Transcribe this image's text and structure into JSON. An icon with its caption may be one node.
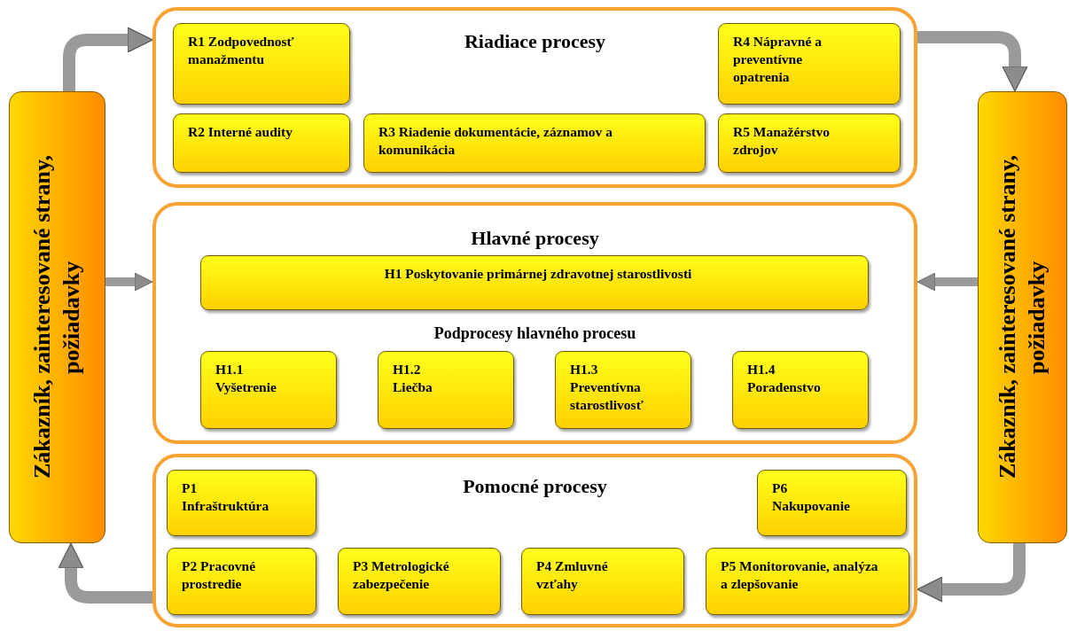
{
  "diagram": {
    "nodes": [
      {
        "text": [
          "Zákazník, zainteresované strany, požiadavky"
        ]
      },
      {
        "text": [
          "Riadiace procesy"
        ]
      },
      {
        "text": [
          "R1 Zodpovednosť manažmentu"
        ],
        "in": 1
      },
      {
        "text": [
          "R4 Nápravné a preventívne opatrenia"
        ],
        "in": 1
      },
      {
        "text": [
          "R2 Interné audity"
        ],
        "in": 1
      },
      {
        "text": [
          "R3 Riadenie dokumentácie, záznamov a komunikácia"
        ],
        "in": 1
      },
      {
        "text": [
          "R5 Manažérstvo zdrojov"
        ],
        "in": 1
      },
      {
        "text": [
          "Hlavné procesy",
          "Podprocesy hlavného procesu"
        ]
      },
      {
        "text": [
          "H1 Poskytovanie primárnej zdravotnej starostlivosti"
        ],
        "in": 7
      },
      {
        "text": [
          "H1.1 Vyšetrenie"
        ],
        "in": 7
      },
      {
        "text": [
          "H1.2 Liečba"
        ],
        "in": 7
      },
      {
        "text": [
          "H1.3 Preventívna starostlivosť"
        ],
        "in": 7
      },
      {
        "text": [
          "H1.4 Poradenstvo"
        ],
        "in": 7
      },
      {
        "text": [
          "Pomocné procesy"
        ]
      },
      {
        "text": [
          "P1 Infraštruktúra"
        ],
        "in": 13
      },
      {
        "text": [
          "P6 Nakupovanie"
        ],
        "in": 13
      },
      {
        "text": [
          "P2 Pracovné prostredie"
        ],
        "in": 13
      },
      {
        "text": [
          "P3 Metrologické zabezpečenie"
        ],
        "in": 13
      },
      {
        "text": [
          "P4 Zmluvné vzťahy"
        ],
        "in": 13
      },
      {
        "text": [
          "P5 Monitorovanie, analýza a zlepšovanie"
        ],
        "in": 13
      },
      {
        "text": [
          "Zákazník, zainteresované strany, požiadavky"
        ]
      }
    ],
    "edges": [
      {
        "from": 0,
        "to": 1,
        "arrow": "to"
      },
      {
        "from": 1,
        "to": 20,
        "arrow": "to"
      },
      {
        "from": 20,
        "to": 13,
        "arrow": "to"
      },
      {
        "from": 13,
        "to": 0,
        "arrow": "to"
      },
      {
        "from": 0,
        "to": 7,
        "arrow": "to"
      },
      {
        "from": 20,
        "to": 7,
        "arrow": "to"
      }
    ]
  }
}
